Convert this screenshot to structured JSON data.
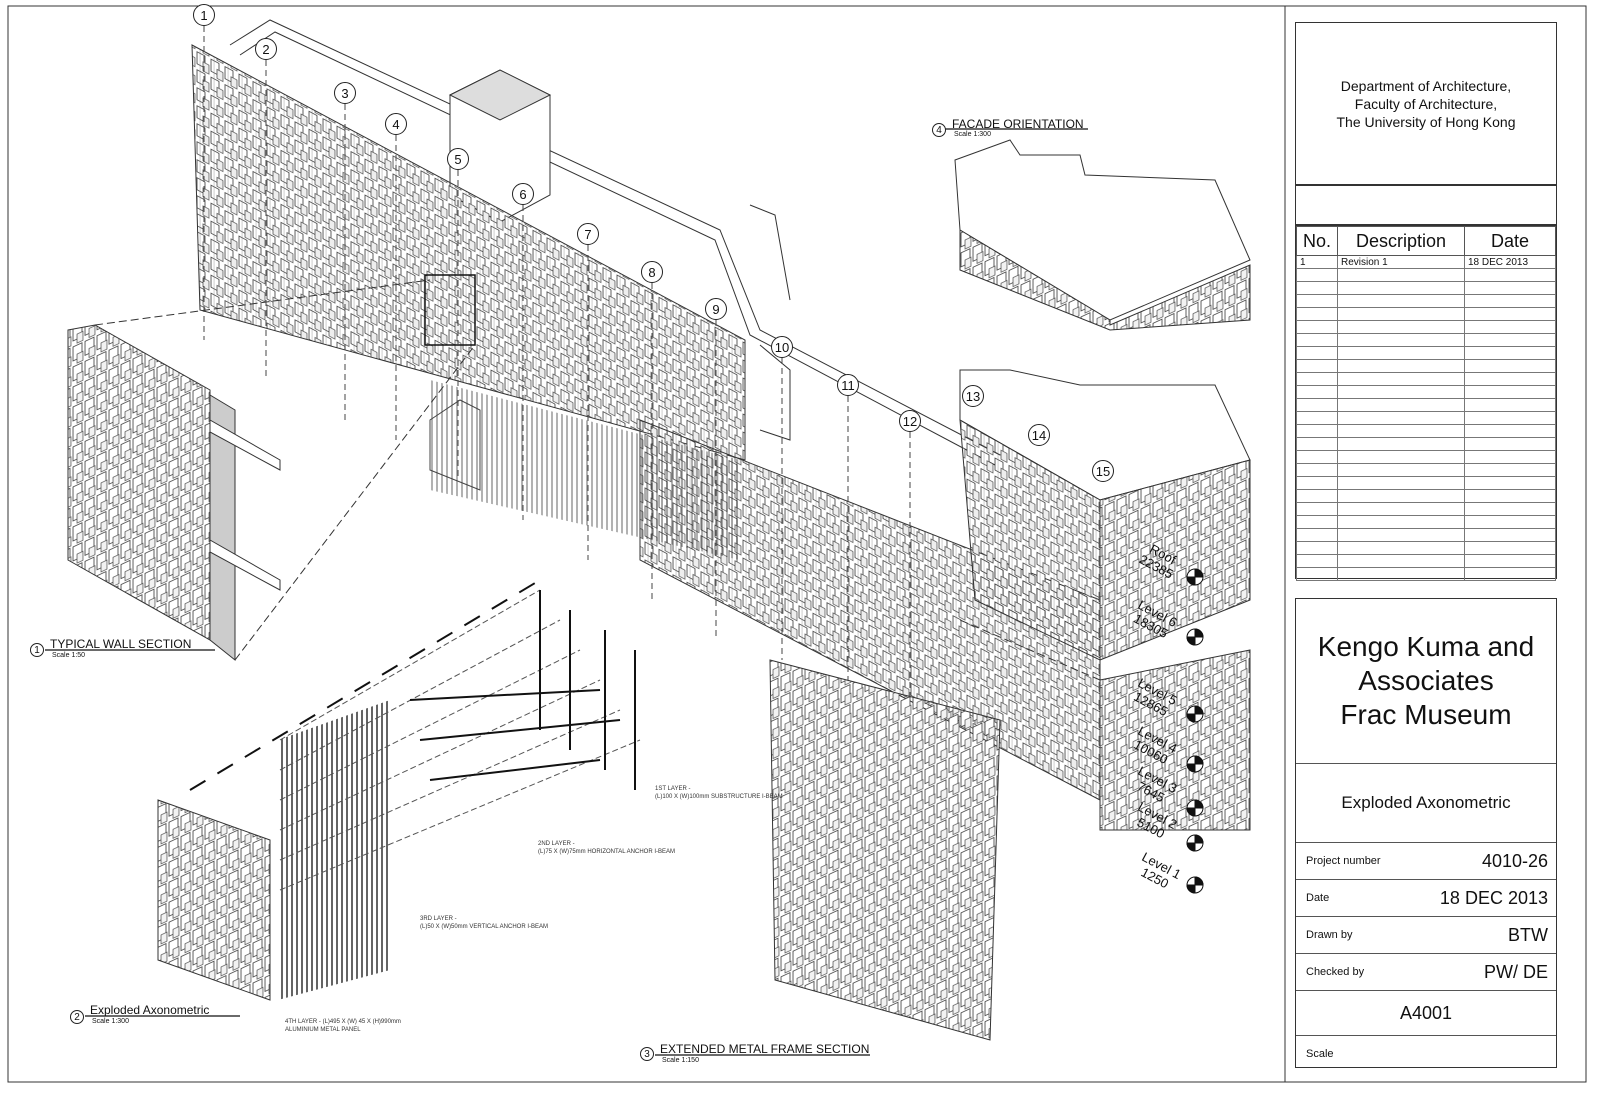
{
  "title_block": {
    "institution": [
      "Department of Architecture,",
      "Faculty of Architecture,",
      "The University of Hong Kong"
    ],
    "revision_headers": {
      "no": "No.",
      "description": "Description",
      "date": "Date"
    },
    "revisions": [
      {
        "no": "1",
        "description": "Revision 1",
        "date": "18 DEC 2013"
      }
    ],
    "project_name": [
      "Kengo Kuma and",
      "Associates",
      "Frac Museum"
    ],
    "sheet_title": "Exploded Axonometric",
    "project_number_label": "Project number",
    "project_number": "4010-26",
    "date_label": "Date",
    "date": "18 DEC 2013",
    "drawn_by_label": "Drawn by",
    "drawn_by": "BTW",
    "checked_by_label": "Checked by",
    "checked_by": "PW/ DE",
    "sheet_number": "A4001",
    "scale_label": "Scale"
  },
  "views": [
    {
      "number": "1",
      "title": "TYPICAL WALL SECTION",
      "scale": "Scale 1:50"
    },
    {
      "number": "2",
      "title": "Exploded Axonometric",
      "scale": "Scale 1:300"
    },
    {
      "number": "3",
      "title": "EXTENDED METAL FRAME SECTION",
      "scale": "Scale 1:150"
    },
    {
      "number": "4",
      "title": "FACADE ORIENTATION",
      "scale": "Scale 1:300"
    }
  ],
  "grid_bubbles": [
    "1",
    "2",
    "3",
    "4",
    "5",
    "6",
    "7",
    "8",
    "9",
    "10",
    "11",
    "12",
    "13",
    "14",
    "15"
  ],
  "levels": [
    {
      "name": "Roof",
      "elevation": "22385"
    },
    {
      "name": "Level 6",
      "elevation": "18305"
    },
    {
      "name": "Level 5",
      "elevation": "12865"
    },
    {
      "name": "Level 4",
      "elevation": "10060"
    },
    {
      "name": "Level 3",
      "elevation": "7645"
    },
    {
      "name": "Level 2",
      "elevation": "5100"
    },
    {
      "name": "Level 1",
      "elevation": "1250"
    }
  ],
  "layer_notes": [
    {
      "title": "1ST LAYER -",
      "text": "(L)100 X (W)100mm SUBSTRUCTURE I-BEAM"
    },
    {
      "title": "2ND LAYER -",
      "text": "(L)75 X (W)75mm HORIZONTAL ANCHOR I-BEAM"
    },
    {
      "title": "3RD LAYER -",
      "text": "(L)50 X (W)50mm VERTICAL ANCHOR I-BEAM"
    },
    {
      "title": "4TH LAYER - (L)495 X (W) 45 X (H)990mm",
      "text": "ALUMINIUM METAL PANEL"
    }
  ]
}
